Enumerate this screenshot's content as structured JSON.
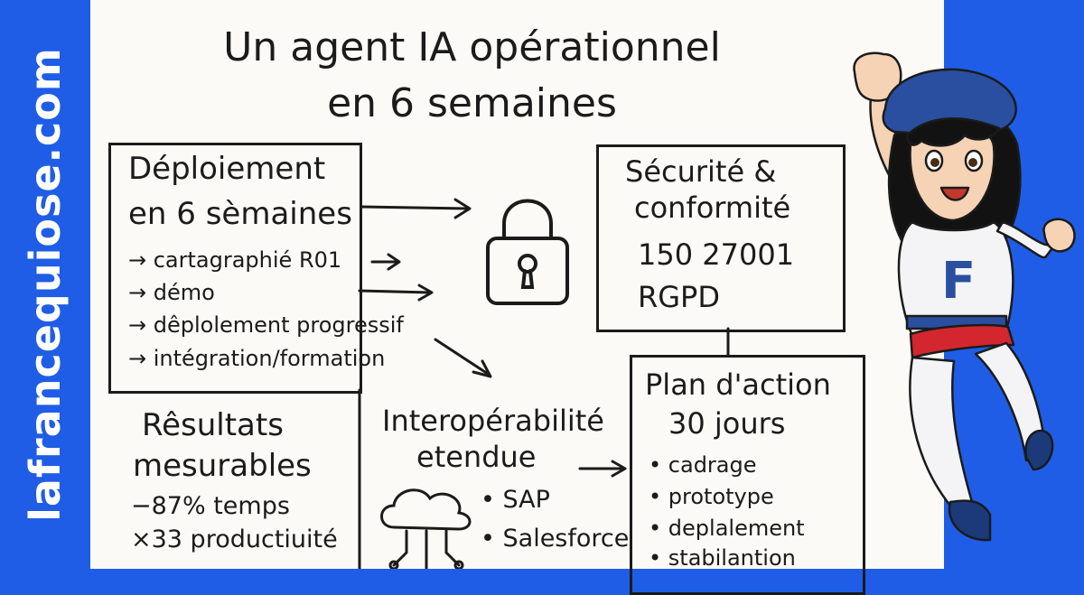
{
  "side_banner": {
    "text": "lafrancequiose.com"
  },
  "title": {
    "line1": "Un agent IA opérationnel",
    "line2": "en 6 semaines"
  },
  "deploy_box": {
    "heading1": "Déploiement",
    "heading2": "en 6 sèmaines",
    "items": [
      "→ cartagraphié R01",
      "→ démo",
      "→ dêplolement progressif",
      "→ intégration/formation"
    ]
  },
  "security_box": {
    "heading1": "Sécurité &",
    "heading2": "conformité",
    "items": [
      "150 27001",
      "RGPD"
    ]
  },
  "results": {
    "heading1": "Rêsultats",
    "heading2": "mesurables",
    "items": [
      "−87% temps",
      "×33 productiuité"
    ]
  },
  "interop": {
    "heading1": "Interopérabilité",
    "heading2": "etendue",
    "items": [
      "• SAP",
      "• Salesforce"
    ]
  },
  "plan_box": {
    "heading1": "Plan d'action",
    "heading2": "30 jours",
    "items": [
      "• cadrage",
      "• prototype",
      "• deplalement",
      "• stabilantion"
    ]
  },
  "mascot": {
    "shirt_letter": "F"
  },
  "colors": {
    "banner_blue": "#1f5de6",
    "paper": "#fbfaf6",
    "ink": "#1b1b1b",
    "mascot_red": "#d3262e",
    "mascot_blue": "#2a4fa0"
  }
}
